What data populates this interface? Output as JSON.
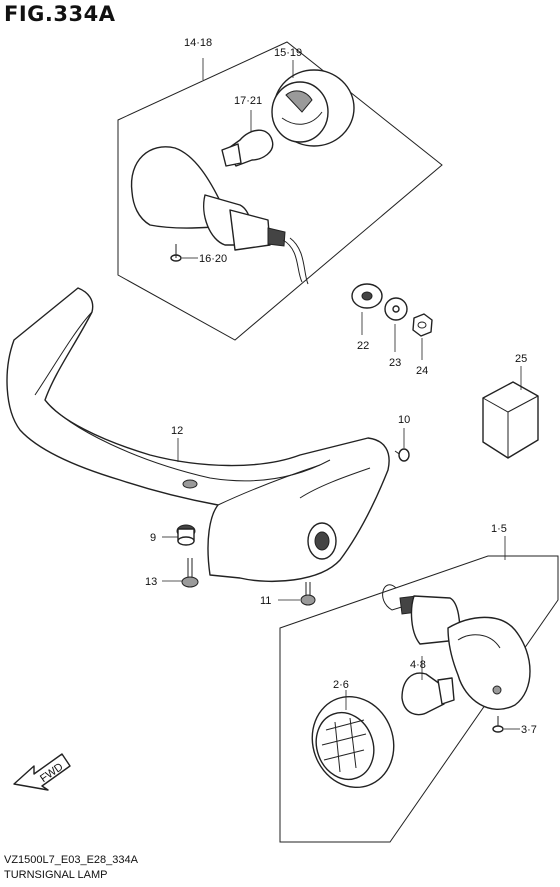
{
  "figure": {
    "title": "FIG.334A",
    "model_code": "VZ1500L7_E03_E28_334A",
    "caption": "TURNSIGNAL LAMP"
  },
  "labels": {
    "p14_18": "14·18",
    "p15_19": "15·19",
    "p17_21": "17·21",
    "p16_20": "16·20",
    "p22": "22",
    "p23": "23",
    "p24": "24",
    "p25": "25",
    "p12": "12",
    "p10": "10",
    "p9": "9",
    "p13": "13",
    "p11": "11",
    "p1_5": "1·5",
    "p2_6": "2·6",
    "p4_8": "4·8",
    "p3_7": "3·7",
    "fwd": "FWD"
  }
}
